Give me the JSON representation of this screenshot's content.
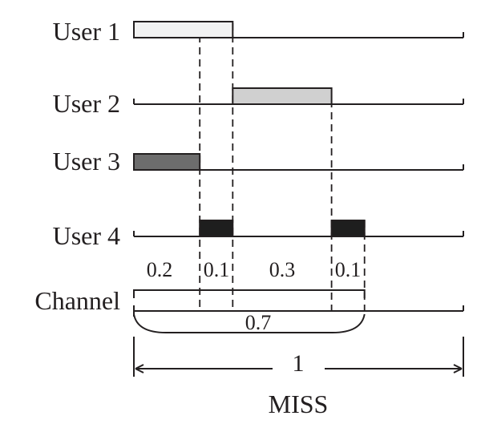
{
  "users": [
    {
      "label": "User 1",
      "fill": "#f2f2f2",
      "segments": [
        [
          0.0,
          0.3
        ]
      ]
    },
    {
      "label": "User 2",
      "fill": "#d0d0d0",
      "segments": [
        [
          0.3,
          0.6
        ]
      ]
    },
    {
      "label": "User 3",
      "fill": "#6d6d6d",
      "segments": [
        [
          0.0,
          0.2
        ]
      ]
    },
    {
      "label": "User 4",
      "fill": "#1e1e1e",
      "segments": [
        [
          0.2,
          0.3
        ],
        [
          0.6,
          0.7
        ]
      ]
    }
  ],
  "channel": {
    "label": "Channel",
    "intervals": [
      {
        "label": "0.2",
        "start": 0.0,
        "end": 0.2
      },
      {
        "label": "0.1",
        "start": 0.2,
        "end": 0.3
      },
      {
        "label": "0.3",
        "start": 0.3,
        "end": 0.6
      },
      {
        "label": "0.1",
        "start": 0.6,
        "end": 0.7
      }
    ],
    "busy": {
      "label": "0.7",
      "end": 0.7
    },
    "total": {
      "label": "1",
      "end": 1.0
    }
  },
  "title": "MISS"
}
